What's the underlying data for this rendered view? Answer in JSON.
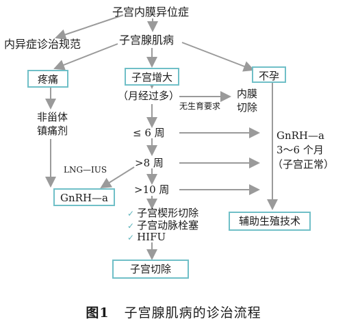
{
  "diagram": {
    "root": "子宫内膜异位症",
    "endo_guideline": "内异症诊治规范",
    "adenomyosis": "子宫腺肌病",
    "pain": "疼痛",
    "enlarged_uterus": "子宫增大",
    "infertility": "不孕",
    "nsaid_line1": "非甾体",
    "nsaid_line2": "镇痛剂",
    "menorrhagia": "（月经过多）",
    "no_fertility_need": "无生育要求",
    "endometrial_line1": "内膜",
    "endometrial_line2": "切除",
    "size_le6": "≤ 6 周",
    "size_gt8": ">8 周",
    "size_gt10": ">10 周",
    "lng_ius": "LNG—IUS",
    "gnrha_box": "GnRH—a",
    "gnrha_line1": "GnRH—a",
    "gnrha_line2": "3～6 个月",
    "gnrha_line3": "（子宫正常）",
    "wedge_resection": "子宫楔形切除",
    "uae": "子宫动脉栓塞",
    "hifu": "HIFU",
    "art": "辅助生殖技术",
    "hysterectomy": "子宫切除"
  },
  "caption": {
    "figure_label": "图1",
    "title": "子宫腺肌病的诊治流程"
  },
  "colors": {
    "box_border": "#6fbfc7",
    "arrow": "#9a9a9a",
    "check": "#5cb3bb"
  },
  "icons": {
    "check": "✓"
  }
}
